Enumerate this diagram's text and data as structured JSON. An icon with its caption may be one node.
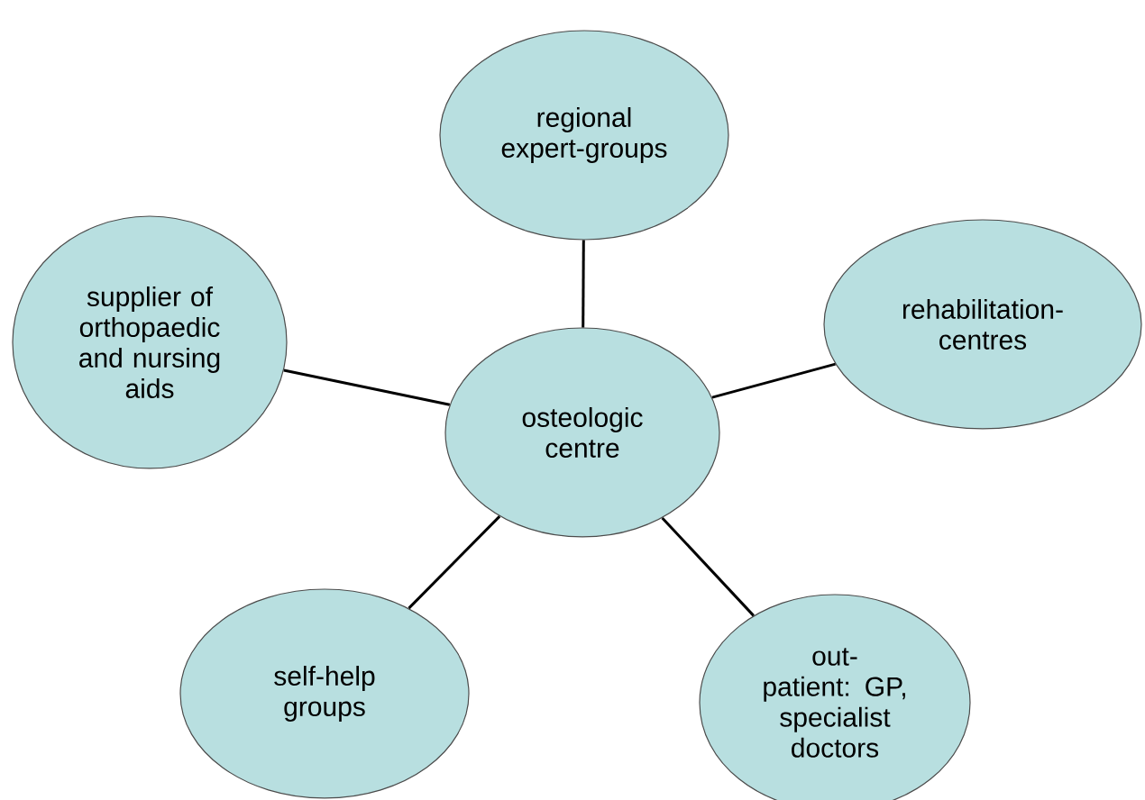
{
  "diagram": {
    "nodes": [
      {
        "text": [
          "osteologic centre"
        ]
      },
      {
        "text": [
          "regional expert-groups"
        ]
      },
      {
        "text": [
          "rehabilitation-centres"
        ]
      },
      {
        "text": [
          "supplier of orthopaedic and nursing aids"
        ]
      },
      {
        "text": [
          "self-help groups"
        ]
      },
      {
        "text": [
          "out-patient: GP, specialist doctors"
        ]
      }
    ],
    "edges": [
      {
        "from": 0,
        "to": 1,
        "arrow": "none"
      },
      {
        "from": 0,
        "to": 2,
        "arrow": "none"
      },
      {
        "from": 0,
        "to": 3,
        "arrow": "none"
      },
      {
        "from": 0,
        "to": 4,
        "arrow": "none"
      },
      {
        "from": 0,
        "to": 5,
        "arrow": "none"
      }
    ]
  }
}
